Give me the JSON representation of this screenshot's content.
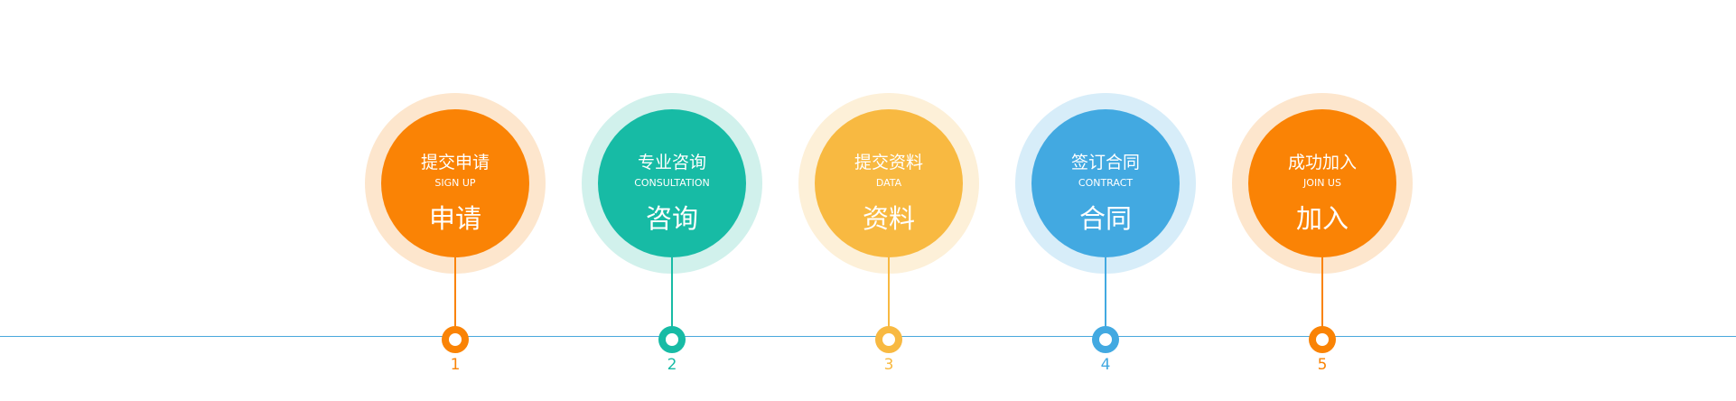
{
  "steps": [
    {
      "title": "提交申请",
      "subtitle": "SIGN UP",
      "label": "申请",
      "number": "1",
      "color": "#fa8305",
      "halo": "#fde6cd"
    },
    {
      "title": "专业咨询",
      "subtitle": "CONSULTATION",
      "label": "咨询",
      "number": "2",
      "color": "#17bba5",
      "halo": "#d1f1ec"
    },
    {
      "title": "提交资料",
      "subtitle": "DATA",
      "label": "资料",
      "number": "3",
      "color": "#f8b941",
      "halo": "#fdf0d8"
    },
    {
      "title": "签订合同",
      "subtitle": "CONTRACT",
      "label": "合同",
      "number": "4",
      "color": "#42a9e1",
      "halo": "#d7edf9"
    },
    {
      "title": "成功加入",
      "subtitle": "JOIN US",
      "label": "加入",
      "number": "5",
      "color": "#fa8305",
      "halo": "#fde6cd"
    }
  ]
}
